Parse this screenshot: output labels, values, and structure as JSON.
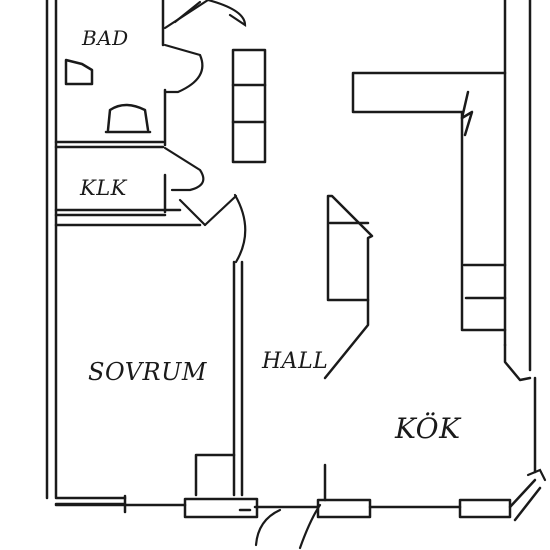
{
  "plan": {
    "ink_color": "#1a1a1a",
    "rooms": {
      "bad": "BAD",
      "klk": "KLK",
      "sovrum": "SOVRUM",
      "hall": "HALL",
      "kok": "KÖK"
    }
  }
}
